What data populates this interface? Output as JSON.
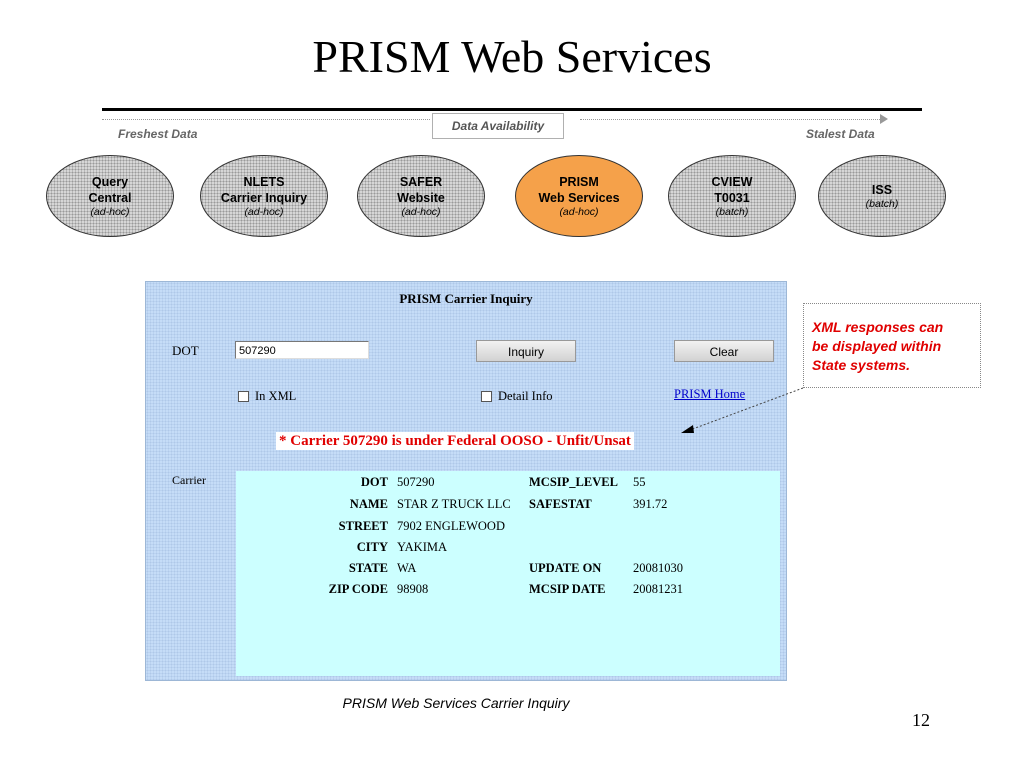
{
  "slide": {
    "title": "PRISM Web Services",
    "page_number": "12",
    "caption": "PRISM Web Services Carrier Inquiry"
  },
  "availability": {
    "label": "Data Availability",
    "left_label": "Freshest Data",
    "right_label": "Stalest Data",
    "highlight_color": "#f5a14a",
    "sources": [
      {
        "lines": [
          "Query",
          "Central"
        ],
        "mode": "(ad-hoc)"
      },
      {
        "lines": [
          "NLETS",
          "Carrier Inquiry"
        ],
        "mode": "(ad-hoc)"
      },
      {
        "lines": [
          "SAFER",
          "Website"
        ],
        "mode": "(ad-hoc)"
      },
      {
        "lines": [
          "PRISM",
          "Web Services"
        ],
        "mode": "(ad-hoc)"
      },
      {
        "lines": [
          "CVIEW",
          "T0031"
        ],
        "mode": "(batch)"
      },
      {
        "lines": [
          "ISS"
        ],
        "mode": "(batch)"
      }
    ]
  },
  "inquiry": {
    "title": "PRISM Carrier Inquiry",
    "dot_label": "DOT",
    "dot_value": "507290",
    "inquiry_button": "Inquiry",
    "clear_button": "Clear",
    "xml_checkbox": "In XML",
    "detail_checkbox": "Detail Info",
    "home_link": "PRISM Home",
    "alert": "* Carrier 507290 is under Federal OOSO - Unfit/Unsat",
    "alert_color": "#e00000",
    "carrier_label": "Carrier",
    "rows": [
      {
        "k1": "DOT",
        "v1": "507290",
        "k2": "MCSIP_LEVEL",
        "v2": "55"
      },
      {
        "k1": "NAME",
        "v1": "STAR Z TRUCK LLC",
        "k2": "SAFESTAT",
        "v2": "391.72"
      },
      {
        "k1": "STREET",
        "v1": "7902 ENGLEWOOD",
        "k2": "",
        "v2": ""
      },
      {
        "k1": "CITY",
        "v1": "YAKIMA",
        "k2": "",
        "v2": ""
      },
      {
        "k1": "STATE",
        "v1": "WA",
        "k2": "UPDATE ON",
        "v2": "20081030"
      },
      {
        "k1": "ZIP CODE",
        "v1": "98908",
        "k2": "MCSIP DATE",
        "v2": "20081231"
      }
    ]
  },
  "callout": {
    "lines": [
      "XML responses can",
      "be displayed within",
      "State systems."
    ]
  }
}
